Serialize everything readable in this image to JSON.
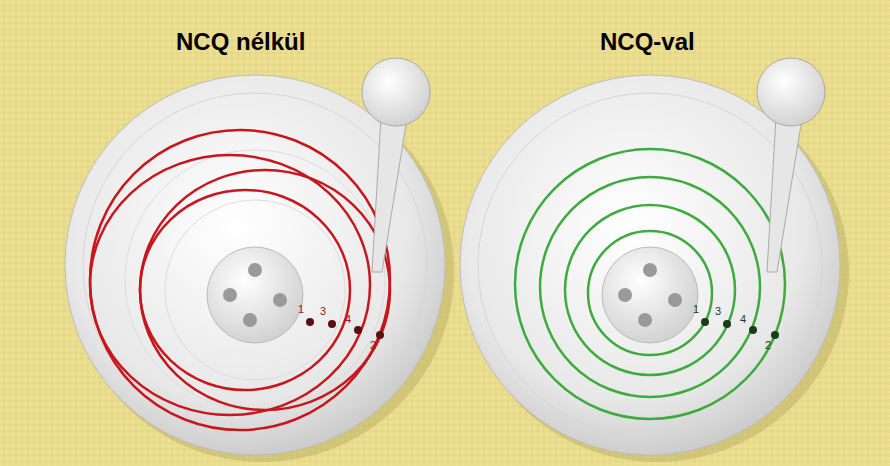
{
  "diagram": {
    "labels": [
      "NCQ nélkül",
      "NCQ-val",
      "1",
      "3",
      "4",
      "2",
      "1",
      "3",
      "4",
      "2"
    ]
  }
}
